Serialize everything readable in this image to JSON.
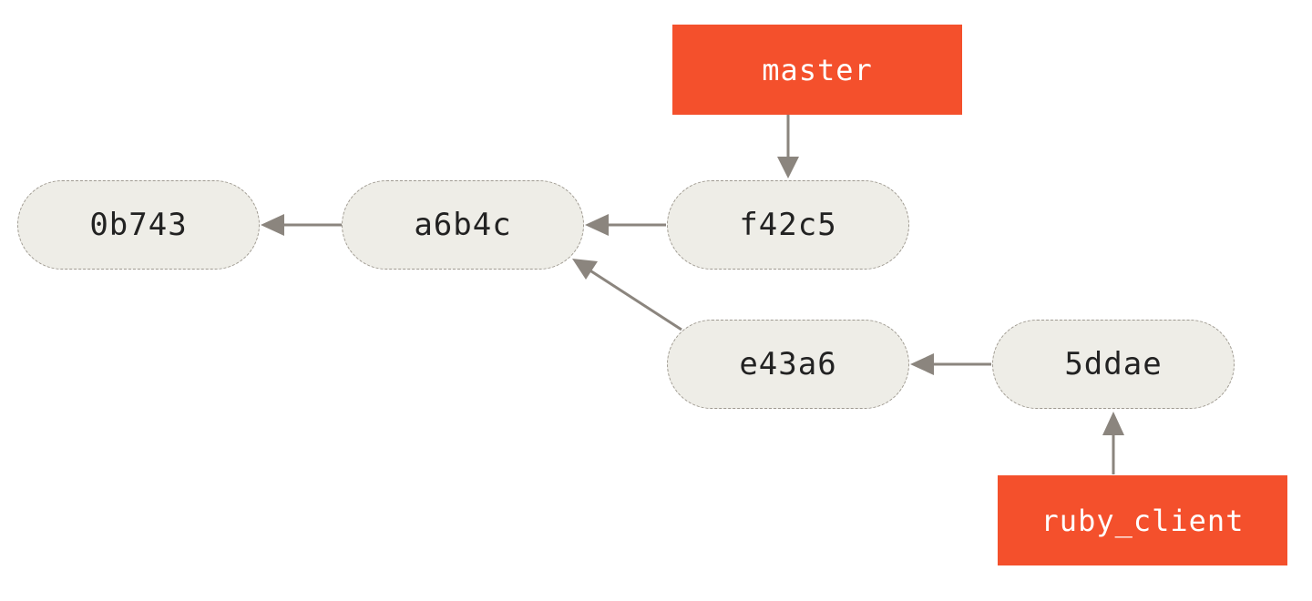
{
  "commits": {
    "c0": "0b743",
    "c1": "a6b4c",
    "c2": "f42c5",
    "c3": "e43a6",
    "c4": "5ddae"
  },
  "branches": {
    "master": "master",
    "ruby_client": "ruby_client"
  },
  "edges": [
    {
      "from": "f42c5",
      "to": "a6b4c"
    },
    {
      "from": "a6b4c",
      "to": "0b743"
    },
    {
      "from": "e43a6",
      "to": "a6b4c"
    },
    {
      "from": "5ddae",
      "to": "e43a6"
    },
    {
      "from": "master",
      "to": "f42c5"
    },
    {
      "from": "ruby_client",
      "to": "5ddae"
    }
  ],
  "colors": {
    "commit_fill": "#eeede7",
    "branch_fill": "#f4502c",
    "arrow": "#8b857e"
  }
}
